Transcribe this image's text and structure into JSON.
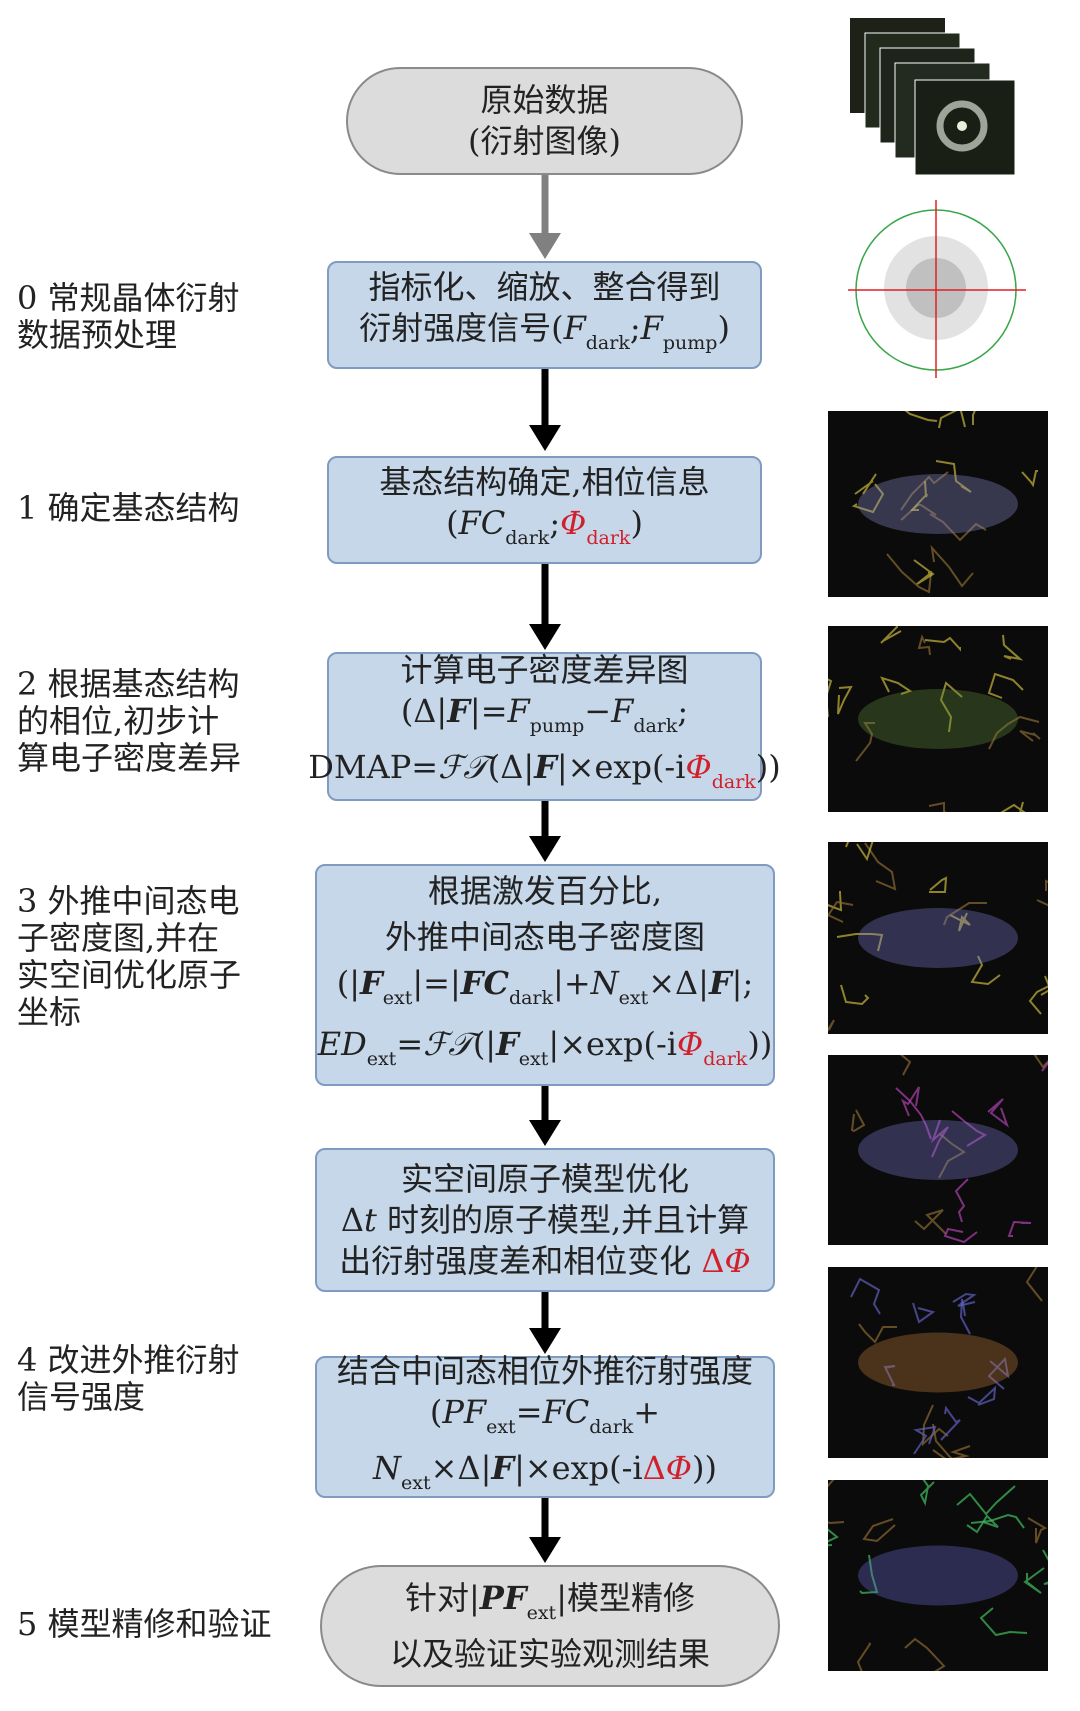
{
  "steps": [
    {
      "lines": [
        [
          {
            "t": "原始数据"
          }
        ],
        [
          {
            "t": "(衍射图像)"
          }
        ]
      ]
    },
    {
      "lines": [
        [
          {
            "t": "指标化、缩放、整合得到"
          }
        ],
        [
          {
            "t": "衍射强度信号("
          },
          {
            "t": "F",
            "i": 1
          },
          {
            "t": "dark",
            "sub": 1
          },
          {
            "t": ";"
          },
          {
            "t": "F",
            "i": 1
          },
          {
            "t": "pump",
            "sub": 1
          },
          {
            "t": ")"
          }
        ]
      ]
    },
    {
      "lines": [
        [
          {
            "t": "基态结构确定,相位信息"
          }
        ],
        [
          {
            "t": "("
          },
          {
            "t": "FC",
            "i": 1
          },
          {
            "t": "dark",
            "sub": 1
          },
          {
            "t": ";"
          },
          {
            "t": "Φ",
            "i": 1,
            "red": 1
          },
          {
            "t": "dark",
            "sub": 1,
            "red": 1
          },
          {
            "t": ")"
          }
        ]
      ]
    },
    {
      "lines": [
        [
          {
            "t": "计算电子密度差异图"
          }
        ],
        [
          {
            "t": "(Δ|"
          },
          {
            "t": "F",
            "i": 1,
            "b": 1
          },
          {
            "t": "|="
          },
          {
            "t": "F",
            "i": 1
          },
          {
            "t": "pump",
            "sub": 1
          },
          {
            "t": "−"
          },
          {
            "t": "F",
            "i": 1
          },
          {
            "t": "dark",
            "sub": 1
          },
          {
            "t": ";"
          }
        ],
        [
          {
            "t": "DMAP="
          },
          {
            "t": "ℱ𝒯",
            "i": 1
          },
          {
            "t": "(Δ|"
          },
          {
            "t": "F",
            "i": 1,
            "b": 1
          },
          {
            "t": "|×exp(-i"
          },
          {
            "t": "Φ",
            "i": 1,
            "red": 1
          },
          {
            "t": "dark",
            "sub": 1,
            "red": 1
          },
          {
            "t": "))"
          }
        ]
      ]
    },
    {
      "lines": [
        [
          {
            "t": "根据激发百分比,"
          }
        ],
        [
          {
            "t": "外推中间态电子密度图"
          }
        ],
        [
          {
            "t": "(|"
          },
          {
            "t": "F",
            "i": 1,
            "b": 1
          },
          {
            "t": "ext",
            "sub": 1
          },
          {
            "t": "|=|"
          },
          {
            "t": "FC",
            "i": 1,
            "b": 1
          },
          {
            "t": "dark",
            "sub": 1
          },
          {
            "t": "|+"
          },
          {
            "t": "N",
            "i": 1
          },
          {
            "t": "ext",
            "sub": 1
          },
          {
            "t": "×Δ|"
          },
          {
            "t": "F",
            "i": 1,
            "b": 1
          },
          {
            "t": "|;"
          }
        ],
        [
          {
            "t": "ED",
            "i": 1
          },
          {
            "t": "ext",
            "sub": 1
          },
          {
            "t": "="
          },
          {
            "t": "ℱ𝒯",
            "i": 1
          },
          {
            "t": "(|"
          },
          {
            "t": "F",
            "i": 1,
            "b": 1
          },
          {
            "t": "ext",
            "sub": 1
          },
          {
            "t": "|×exp(-i"
          },
          {
            "t": "Φ",
            "i": 1,
            "red": 1
          },
          {
            "t": "dark",
            "sub": 1,
            "red": 1
          },
          {
            "t": "))"
          }
        ]
      ]
    },
    {
      "lines": [
        [
          {
            "t": "实空间原子模型优化"
          }
        ],
        [
          {
            "t": "Δ"
          },
          {
            "t": "t",
            "i": 1
          },
          {
            "t": " 时刻的原子模型,并且计算"
          }
        ],
        [
          {
            "t": "出衍射强度差和相位变化 "
          },
          {
            "t": "Δ",
            "red": 1
          },
          {
            "t": "Φ",
            "i": 1,
            "red": 1
          }
        ]
      ]
    },
    {
      "lines": [
        [
          {
            "t": "结合中间态相位外推衍射强度"
          }
        ],
        [
          {
            "t": "("
          },
          {
            "t": "PF",
            "i": 1
          },
          {
            "t": "ext",
            "sub": 1
          },
          {
            "t": "="
          },
          {
            "t": "FC",
            "i": 1
          },
          {
            "t": "dark",
            "sub": 1
          },
          {
            "t": "+"
          }
        ],
        [
          {
            "t": "N",
            "i": 1
          },
          {
            "t": "ext",
            "sub": 1
          },
          {
            "t": "×Δ|"
          },
          {
            "t": "F",
            "i": 1,
            "b": 1
          },
          {
            "t": "|×exp(-i"
          },
          {
            "t": "Δ",
            "red": 1
          },
          {
            "t": "Φ",
            "i": 1,
            "red": 1
          },
          {
            "t": "))"
          }
        ]
      ]
    },
    {
      "lines": [
        [
          {
            "t": "针对|"
          },
          {
            "t": "PF",
            "i": 1,
            "b": 1
          },
          {
            "t": "ext",
            "sub": 1
          },
          {
            "t": "|模型精修"
          }
        ],
        [
          {
            "t": "以及验证实验观测结果"
          }
        ]
      ]
    }
  ],
  "stage_labels": [
    "0 常规晶体衍射\n数据预处理",
    "1 确定基态结构",
    "2 根据基态结构\n的相位,初步计\n算电子密度差异",
    "3 外推中间态电\n子密度图,并在\n实空间优化原子\n坐标",
    "4 改进外推衍射\n信号强度",
    "5 模型精修和验证"
  ],
  "colors": {
    "box_fill": "#c6d7ea",
    "box_border": "#7f9bbf",
    "terminal_fill": "#dcdcdc",
    "accent_red": "#d0202a"
  }
}
